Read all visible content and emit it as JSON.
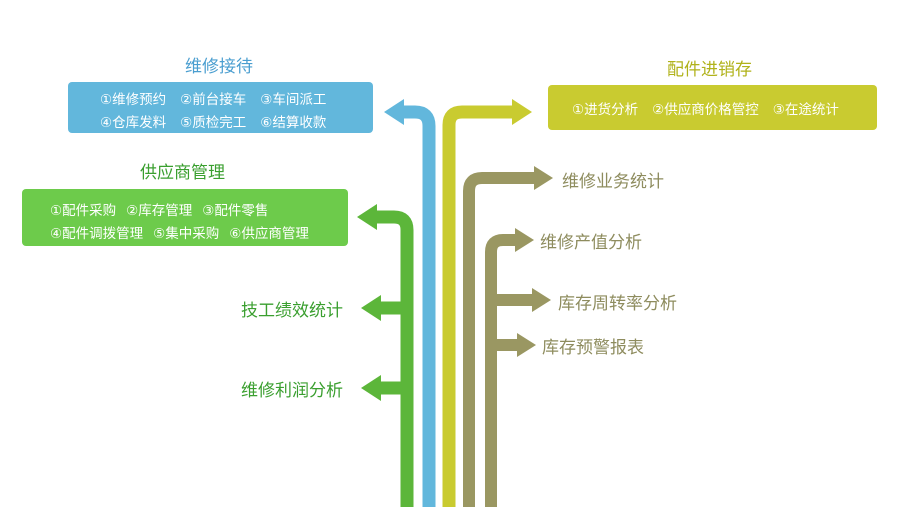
{
  "colors": {
    "blue": "#62b7dc",
    "lime": "#c9cb30",
    "green": "#5cb63a",
    "green_box": "#6dcb4b",
    "olive": "#9a9762",
    "olive_text": "#8e8c5e",
    "blue_text": "#4a9ed0",
    "lime_text": "#b0b21a",
    "green_text": "#3a9f2f"
  },
  "reception": {
    "title": "维修接待",
    "rows": [
      [
        "①维修预约",
        "②前台接车",
        "③车间派工"
      ],
      [
        "④仓库发料",
        "⑤质检完工",
        "⑥结算收款"
      ]
    ]
  },
  "parts": {
    "title": "配件进销存",
    "rows": [
      [
        "①进货分析",
        "②供应商价格管控",
        "③在途统计"
      ]
    ]
  },
  "supplier": {
    "title": "供应商管理",
    "rows": [
      [
        "①配件采购",
        "②库存管理",
        "③配件零售"
      ],
      [
        "④配件调拨管理",
        "⑤集中采购",
        "⑥供应商管理"
      ]
    ]
  },
  "left_items": {
    "tech_performance": "技工绩效统计",
    "repair_profit": "维修利润分析"
  },
  "right_items": {
    "repair_stats": "维修业务统计",
    "output_value": "维修产值分析",
    "turnover": "库存周转率分析",
    "warning": "库存预警报表"
  }
}
